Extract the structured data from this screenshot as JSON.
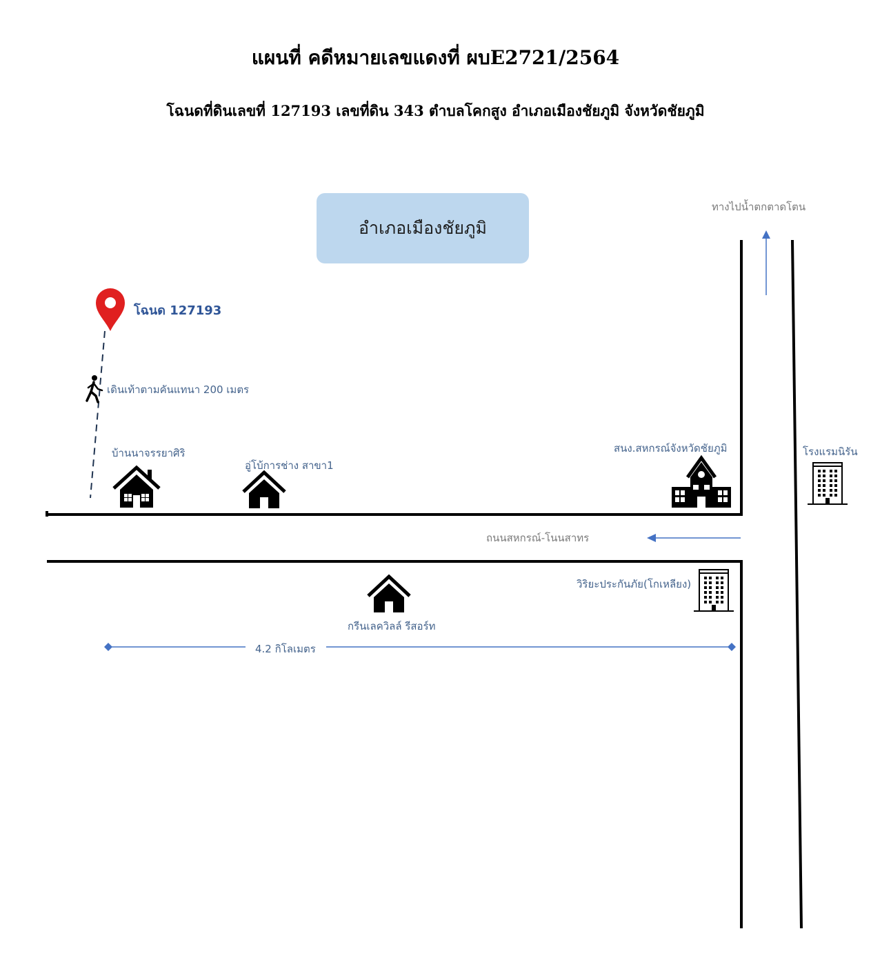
{
  "map": {
    "title": "แผนที่  คดีหมายเลขแดงที่ ผบE2721/2564",
    "subtitle": "โฉนดที่ดินเลขที่  127193 เลขที่ดิน 343  ตำบลโคกสูง  อำเภอเมืองชัยภูมิ  จังหวัดชัยภูมิ",
    "district_box": "อำเภอเมืองชัยภูมิ",
    "deed_marker": "โฉนด 127193",
    "walk_note": "เดินเท้าตามคันแทนา 200 เมตร",
    "road_north_label": "ทางไปน้ำตกตาดโตน",
    "road_main_label": "ถนนสหกรณ์-โนนสาทร",
    "distance_label": "4.2 กิโลเมตร",
    "landmarks": {
      "ban_na": "บ้านนาจรรยาศิริ",
      "garage": "อู่โบ้การช่าง สาขา1",
      "coop": "สนง.สหกรณ์จังหวัดชัยภูมิ",
      "hotel": "โรงแรมนิรัน",
      "insurance": "วิริยะประกันภัย(โกเหลียง)",
      "resort": "กรีนเลควิลล์ รีสอร์ท"
    },
    "colors": {
      "pin": "#e02020",
      "district_box": "#bdd7ee",
      "arrow": "#4472c4",
      "label_blue": "#44638c",
      "label_grey": "#7a7a7a"
    },
    "icons": [
      "map-pin-icon",
      "walking-person-icon",
      "house-icon",
      "school-building-icon",
      "office-building-icon",
      "arrow-up-icon",
      "arrow-left-icon"
    ]
  }
}
